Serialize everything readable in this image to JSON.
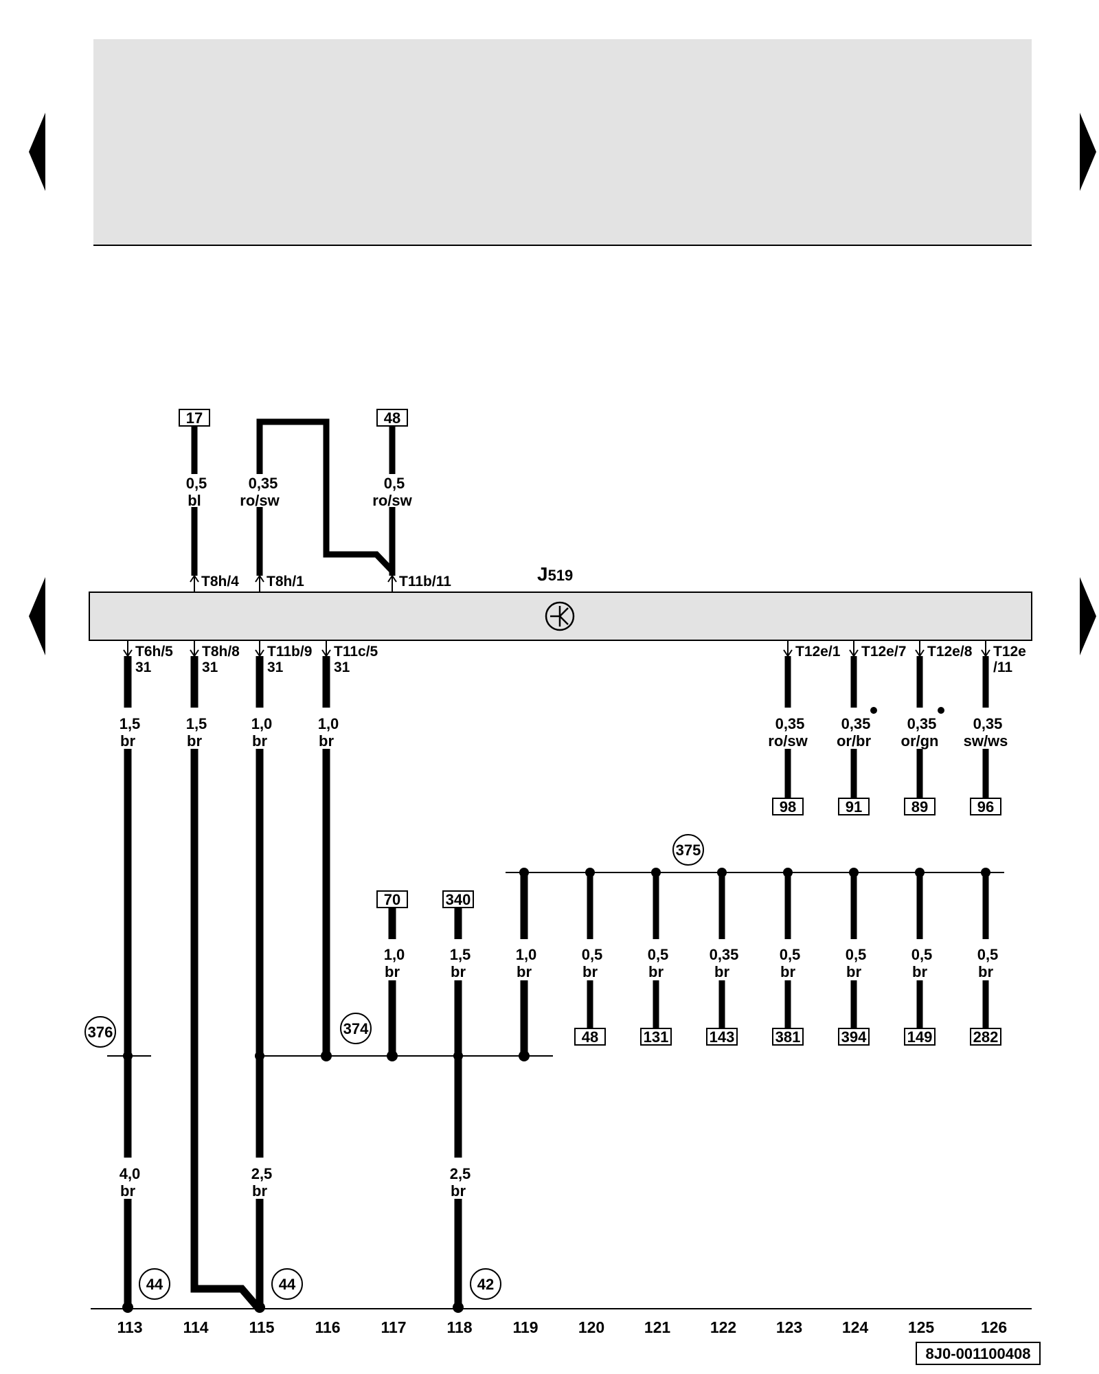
{
  "module": {
    "label": "J",
    "sub": "519",
    "icon": "electronic-module-icon"
  },
  "colors": {
    "ink": "#000000",
    "panel": "#e3e3e3",
    "background": "#ffffff"
  },
  "nav": [
    "previous-page-arrow-top",
    "next-page-arrow-top",
    "previous-page-arrow-middle",
    "next-page-arrow-middle"
  ],
  "top_wires": [
    {
      "id": "w114top",
      "ref": "17",
      "size": "0,5",
      "color": "bl",
      "pin": "T8h/4"
    },
    {
      "id": "w115top",
      "ref": "",
      "size": "0,35",
      "color": "ro/sw",
      "pin": "T8h/1"
    },
    {
      "id": "w117top",
      "ref": "48",
      "size": "0,5",
      "color": "ro/sw",
      "pin": "T11b/11"
    }
  ],
  "bottom_pins": [
    {
      "id": "p113",
      "pin": "T6h/5",
      "term": "31",
      "size": "1,5",
      "color": "br"
    },
    {
      "id": "p114",
      "pin": "T8h/8",
      "term": "31",
      "size": "1,5",
      "color": "br"
    },
    {
      "id": "p115",
      "pin": "T11b/9",
      "term": "31",
      "size": "1,0",
      "color": "br"
    },
    {
      "id": "p116",
      "pin": "T11c/5",
      "term": "31",
      "size": "1,0",
      "color": "br"
    }
  ],
  "right_pins": [
    {
      "id": "r123",
      "pin": "T12e/1",
      "pin2": "",
      "size": "0,35",
      "color": "ro/sw",
      "ref": "98",
      "dot": false
    },
    {
      "id": "r124",
      "pin": "T12e/7",
      "pin2": "",
      "size": "0,35",
      "color": "or/br",
      "ref": "91",
      "dot": true
    },
    {
      "id": "r125",
      "pin": "T12e/8",
      "pin2": "",
      "size": "0,35",
      "color": "or/gn",
      "ref": "89",
      "dot": true
    },
    {
      "id": "r126",
      "pin": "T12e",
      "pin2": "/11",
      "size": "0,35",
      "color": "sw/ws",
      "ref": "96",
      "dot": false
    }
  ],
  "bus375": {
    "label": "375",
    "drops": [
      {
        "id": "d119",
        "size": "1,0",
        "color": "br",
        "ref": ""
      },
      {
        "id": "d120",
        "size": "0,5",
        "color": "br",
        "ref": "48"
      },
      {
        "id": "d121",
        "size": "0,5",
        "color": "br",
        "ref": "131"
      },
      {
        "id": "d122",
        "size": "0,35",
        "color": "br",
        "ref": "143"
      },
      {
        "id": "d123",
        "size": "0,5",
        "color": "br",
        "ref": "381"
      },
      {
        "id": "d124",
        "size": "0,5",
        "color": "br",
        "ref": "394"
      },
      {
        "id": "d125",
        "size": "0,5",
        "color": "br",
        "ref": "149"
      },
      {
        "id": "d126",
        "size": "0,5",
        "color": "br",
        "ref": "282"
      }
    ]
  },
  "bus374": {
    "label": "374",
    "feeds": [
      {
        "id": "f117",
        "ref": "70",
        "size": "1,0",
        "color": "br"
      },
      {
        "id": "f118",
        "ref": "340",
        "size": "1,5",
        "color": "br"
      }
    ]
  },
  "conn376": {
    "label": "376"
  },
  "lower_wires": [
    {
      "id": "l113",
      "size": "4,0",
      "color": "br"
    },
    {
      "id": "l115",
      "size": "2,5",
      "color": "br"
    },
    {
      "id": "l118",
      "size": "2,5",
      "color": "br"
    }
  ],
  "grounds": [
    {
      "id": "g113",
      "label": "44"
    },
    {
      "id": "g115",
      "label": "44"
    },
    {
      "id": "g118",
      "label": "42"
    }
  ],
  "columns": [
    "113",
    "114",
    "115",
    "116",
    "117",
    "118",
    "119",
    "120",
    "121",
    "122",
    "123",
    "124",
    "125",
    "126"
  ],
  "doc_code": "8J0-001100408"
}
